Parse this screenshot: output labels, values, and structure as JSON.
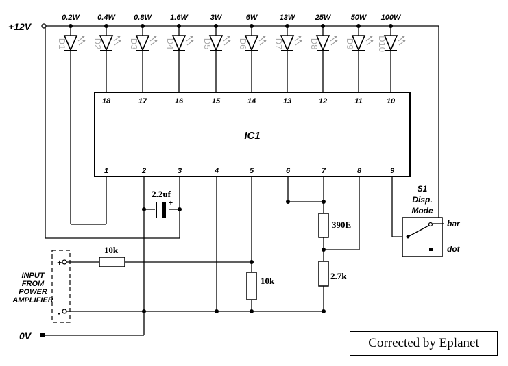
{
  "supply_label": "+12V",
  "ground_label": "0V",
  "leds": [
    {
      "ref": "D1",
      "watt": "0.2W"
    },
    {
      "ref": "D2",
      "watt": "0.4W"
    },
    {
      "ref": "D3",
      "watt": "0.8W"
    },
    {
      "ref": "D4",
      "watt": "1.6W"
    },
    {
      "ref": "D5",
      "watt": "3W"
    },
    {
      "ref": "D6",
      "watt": "6W"
    },
    {
      "ref": "D7",
      "watt": "13W"
    },
    {
      "ref": "D8",
      "watt": "25W"
    },
    {
      "ref": "D9",
      "watt": "50W"
    },
    {
      "ref": "D10",
      "watt": "100W"
    }
  ],
  "ic": {
    "name": "IC1",
    "top_pins": [
      "18",
      "17",
      "16",
      "15",
      "14",
      "13",
      "12",
      "11",
      "10"
    ],
    "bottom_pins": [
      "1",
      "2",
      "3",
      "4",
      "5",
      "6",
      "7",
      "8",
      "9"
    ]
  },
  "capacitor": {
    "value": "2.2uf",
    "plus": "+"
  },
  "resistors": {
    "input": "10k",
    "shunt": "10k",
    "r1": "390E",
    "r2": "2.7k"
  },
  "switch": {
    "ref": "S1",
    "line2": "Disp.",
    "line3": "Mode",
    "pos_bar": "bar",
    "pos_dot": "dot"
  },
  "input": {
    "line1": "INPUT",
    "line2": "FROM",
    "line3": "POWER",
    "line4": "AMPLIFIER",
    "plus": "+",
    "minus": "-"
  },
  "credit": "Corrected by Eplanet"
}
